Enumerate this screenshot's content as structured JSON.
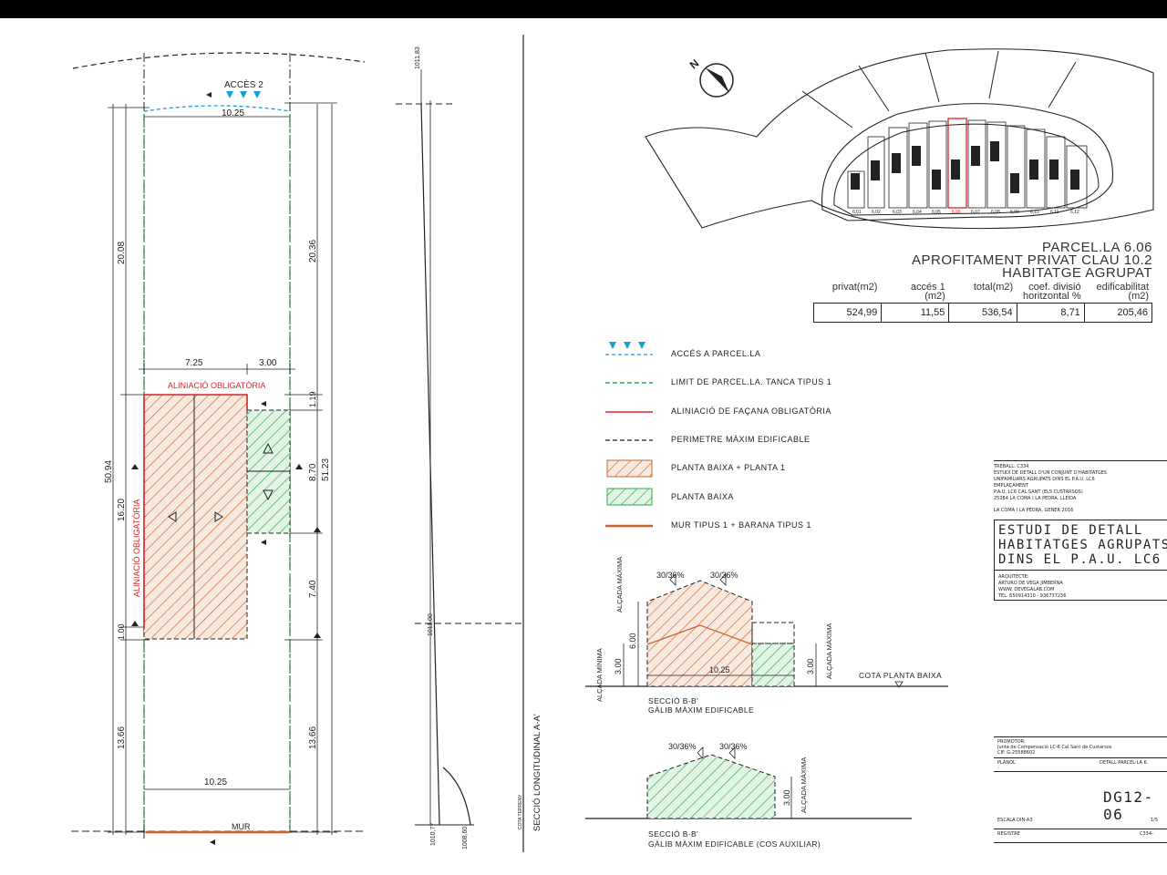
{
  "plan": {
    "access2_label": "ACCÈS 2",
    "dim_top_width": "10.25",
    "dim_left_upper": "20.08",
    "dim_right_upper": "20.36",
    "dim_left_total": "50.94",
    "dim_left_mid": "16.20",
    "dim_left_small": "1.00",
    "dim_left_lower": "13.66",
    "dim_right_small": "1.19",
    "dim_right_mid": "8.70",
    "dim_right_total": "51.23",
    "dim_right_lower1": "7.40",
    "dim_right_lower2": "13.66",
    "dim_h_left": "7.25",
    "dim_h_right": "3.00",
    "dim_bottom_width": "10.25",
    "alignment_top": "ALINIACIÓ OBLIGATÒRIA",
    "alignment_side": "ALINIACIÓ OBLIGATÒRIA",
    "mur_label": "MUR"
  },
  "section_aa": {
    "level_top": "1011,83",
    "level_mid": "1011,00",
    "level_bottom1": "1010,77",
    "level_bottom2": "1008,60",
    "side_label": "COTA TERRENY",
    "title": "SECCIÓ LONGITUDINAL A-A'"
  },
  "keymap": {
    "parcel_labels": [
      "6,01",
      "6,02",
      "6,03",
      "6,04",
      "6,05",
      "6,06",
      "6,07",
      "6,08",
      "6,09",
      "6,10",
      "6,11",
      "6,12"
    ]
  },
  "summary": {
    "title_lines": [
      "PARCEL.LA 6.06",
      "APROFITAMENT PRIVAT CLAU 10.2",
      "HABITATGE AGRUPAT"
    ],
    "headers": [
      "privat(m2)",
      "accés 1\n(m2)",
      "total(m2)",
      "coef. divisió\nhoritzontal %",
      "edificabilitat\n(m2)"
    ],
    "values": [
      "524,99",
      "11,55",
      "536,54",
      "8,71",
      "205,46"
    ]
  },
  "legend": [
    {
      "symbol": "access-triangles",
      "label": "ACCÉS A PARCEL.LA"
    },
    {
      "symbol": "green-dashed",
      "label": "LIMIT DE PARCEL.LA. TANCA TIPUS 1"
    },
    {
      "symbol": "red-line",
      "label": "ALINIACIÓ DE FAÇANA OBLIGATÒRIA"
    },
    {
      "symbol": "black-dashed",
      "label": "PERIMETRE MÀXIM EDIFICABLE"
    },
    {
      "symbol": "orange-hatch",
      "label": "PLANTA BAIXA + PLANTA 1"
    },
    {
      "symbol": "green-hatch",
      "label": "PLANTA BAIXA"
    },
    {
      "symbol": "orange-line",
      "label": "MUR TIPUS 1 + BARANA TIPUS 1"
    }
  ],
  "section_bb": {
    "slope_left": "30/36%",
    "slope_right": "30/36%",
    "max_height": "ALÇADA MÀXIMA",
    "min_height": "ALÇADA MÍNIMA",
    "dim_6": "6.00",
    "dim_3": "3.00",
    "dim_3_right": "3.00",
    "dim_width": "10.25",
    "ground_label": "COTA PLANTA BAIXA",
    "caption_line1": "SECCIÓ B-B'",
    "caption_line2": "GÀLIB MÀXIM EDIFICABLE"
  },
  "section_bb2": {
    "slope_left": "30/36%",
    "slope_right": "30/36%",
    "dim_3": "3.00",
    "max_height": "ALÇADA MÀXIMA",
    "caption_line1": "SECCIÓ B-B'",
    "caption_line2": "GÀLIB MÀXIM EDIFICABLE (COS AUXILIAR)"
  },
  "titleblock": {
    "small_lines": [
      "TREBALL: C334",
      "ESTUDI DE DETALL D'UN CONJUNT D'HABITATGES",
      "UNIFAMILIARS AGRUPATS DINS EL P.A.U. LC6",
      "EMPLAÇAMENT",
      "P.A.U. LC6 CAL SANT (ELS CUSTARSOS)",
      "25284 LA COMA I LA PEDRA. LLEIDA",
      "LA COMA I LA PEDRA, GENER 2016"
    ],
    "big_lines": [
      "ESTUDI DE DETALL",
      "HABITATGES AGRUPATS",
      "DINS EL P.A.U. LC6"
    ],
    "architect_lines": [
      "ARQUITECTE:",
      "ARTURO DE VEGA JIMBERNA",
      "WWW. DEVEGALAB.COM",
      "TEL. 650914310 - 936737236"
    ]
  },
  "titleblock2": {
    "promotor_lines": [
      "PROMOTOR:",
      "Junta de Compensació LC-6 Cal Sant de Custarsos",
      "CIF. G-25588602"
    ],
    "plan_label": "PLÀNOL",
    "plan_name": "DETALL PARCEL·LA 6.",
    "code": "DG12-06",
    "scale_label": "ESCALA DIN-A3",
    "scale_value": "1/5",
    "register_label": "REGISTRE",
    "register_value": "C334-"
  },
  "colors": {
    "green": "#2aa84a",
    "red": "#d8232a",
    "orange": "#c9652e",
    "cyan": "#1a9ed2",
    "ink": "#222222"
  }
}
